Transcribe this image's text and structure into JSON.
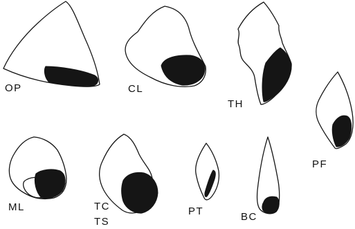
{
  "figure": {
    "panels": [
      {
        "id": "op",
        "label": "OP"
      },
      {
        "id": "cl",
        "label": "CL"
      },
      {
        "id": "th",
        "label": "TH"
      },
      {
        "id": "pf",
        "label": "PF"
      },
      {
        "id": "ml",
        "label": "ML"
      },
      {
        "id": "tc",
        "label": "TC",
        "label2": "TS"
      },
      {
        "id": "pt",
        "label": "PT"
      },
      {
        "id": "bc",
        "label": "BC"
      }
    ]
  }
}
